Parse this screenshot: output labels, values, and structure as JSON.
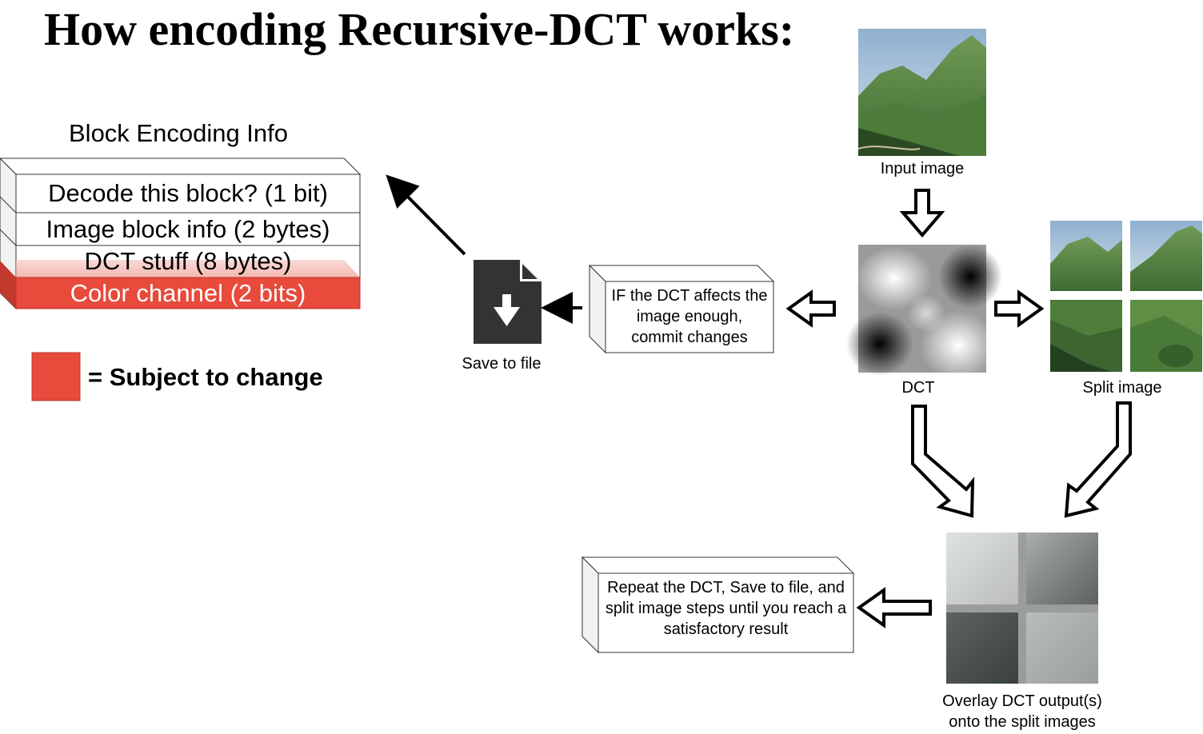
{
  "title": "How encoding Recursive-DCT works:",
  "block_info": {
    "heading": "Block Encoding Info",
    "rows": [
      {
        "label": "Decode this block? (1 bit)",
        "subject_to_change": false
      },
      {
        "label": "Image block info (2 bytes)",
        "subject_to_change": false
      },
      {
        "label": "DCT stuff (8 bytes)",
        "subject_to_change": false
      },
      {
        "label": "Color channel (2 bits)",
        "subject_to_change": true
      }
    ]
  },
  "legend": {
    "text": "= Subject to change",
    "color": "#e84a3c"
  },
  "nodes": {
    "input_image": "Input image",
    "dct": "DCT",
    "split_image": "Split image",
    "save_to_file": "Save to file",
    "commit_box": "IF the DCT affects the image enough, commit changes",
    "overlay": "Overlay DCT output(s) onto the split images",
    "repeat_box": "Repeat the DCT, Save to file, and split image steps until you reach a satisfactory result"
  },
  "icons": {
    "save": "file-download-icon",
    "arrow": "hollow-arrow-icon"
  },
  "colors": {
    "accent_red": "#e84a3c",
    "file_icon": "#333333",
    "sky": "#8fb0d0",
    "grass": "#5f8e45"
  }
}
